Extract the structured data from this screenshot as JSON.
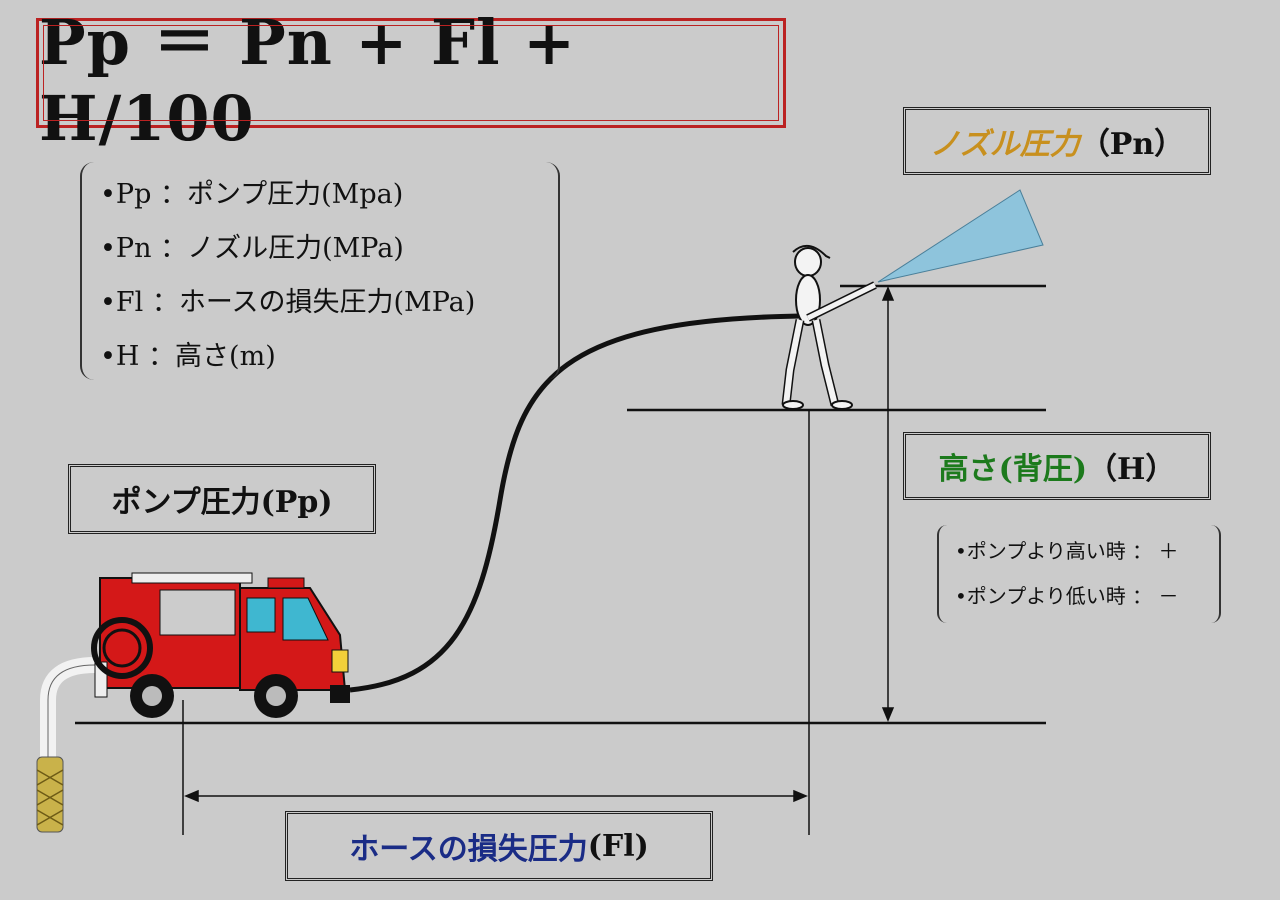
{
  "formula": "Pp ＝ Pn + Fl + H/100",
  "legend": [
    "•Pp ：ポンプ圧力(Mpa)",
    "•Pn ：ノズル圧力(MPa)",
    "•Fl ：ホースの損失圧力(MPa)",
    "•H ：高さ(m)"
  ],
  "labels": {
    "nozzle": {
      "jp": "ノズル圧力",
      "sym": "（Pn）",
      "color": "#c8901e"
    },
    "height": {
      "jp": "高さ(背圧)",
      "sym": "（H）",
      "color": "#1c7a1c"
    },
    "pump": {
      "jp": "ポンプ圧力(Pp)"
    },
    "hose": {
      "jp": "ホースの損失圧力",
      "sym": "(Fl)",
      "color": "#1a2c86"
    }
  },
  "notes": [
    "•ポンプより高い時 ： ＋",
    "•ポンプより低い時 ： －"
  ]
}
